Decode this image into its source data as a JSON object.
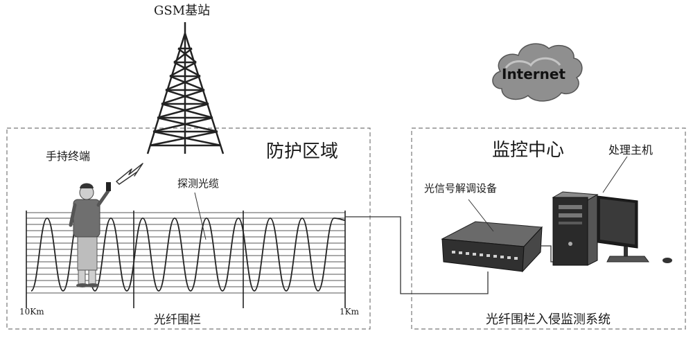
{
  "tower": {
    "label": "GSM基站"
  },
  "cloud": {
    "label": "Internet"
  },
  "protection_zone": {
    "title": "防护区域",
    "handheld_label": "手持终端",
    "cable_label": "探测光缆",
    "fence_label": "光纤围栏",
    "left_distance": "10Km",
    "right_distance": "1Km"
  },
  "monitoring_center": {
    "title": "监控中心",
    "host_label": "处理主机",
    "demod_label": "光信号解调设备",
    "system_label": "光纤围栏入侵监测系统"
  }
}
